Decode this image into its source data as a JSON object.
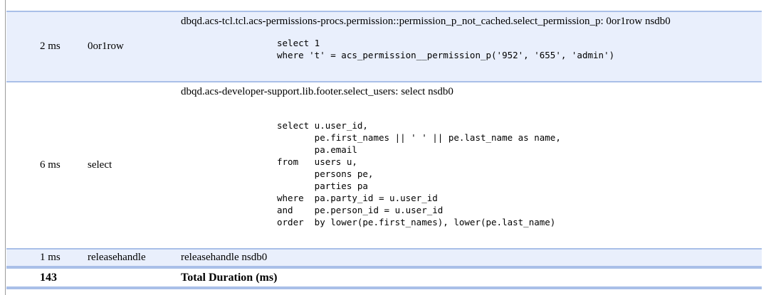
{
  "colors": {
    "row_highlight": "#e9effc",
    "border_blue": "#a9bfe8",
    "frame_line": "#9b9b9b"
  },
  "table": {
    "rows": [
      {
        "duration": "2 ms",
        "type": "0or1row",
        "title": "dbqd.acs-tcl.tcl.acs-permissions-procs.permission::permission_p_not_cached.select_permission_p: 0or1row nsdb0",
        "sql": "select 1\nwhere 't' = acs_permission__permission_p('952', '655', 'admin')"
      },
      {
        "duration": "6 ms",
        "type": "select",
        "title": "dbqd.acs-developer-support.lib.footer.select_users: select nsdb0",
        "sql": "select u.user_id,\n       pe.first_names || ' ' || pe.last_name as name,\n       pa.email\nfrom   users u,\n       persons pe,\n       parties pa\nwhere  pa.party_id = u.user_id\nand    pe.person_id = u.user_id\norder  by lower(pe.first_names), lower(pe.last_name)"
      },
      {
        "duration": "1 ms",
        "type": "releasehandle",
        "title": "releasehandle nsdb0",
        "sql": null
      }
    ],
    "total": {
      "value": "143",
      "label": "Total Duration (ms)"
    }
  }
}
